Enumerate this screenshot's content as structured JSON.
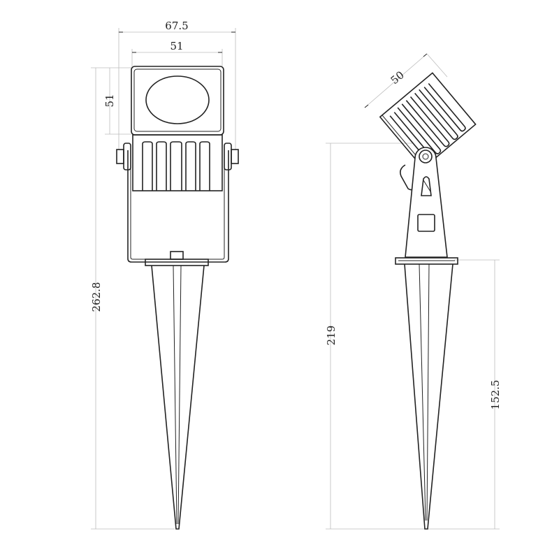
{
  "dimensions": {
    "front_overall_width": "67.5",
    "front_head_width": "51",
    "front_head_height": "51",
    "front_total_height": "262.8",
    "side_head_size": "50",
    "side_height": "219",
    "side_spike_length": "152.5"
  },
  "colors": {
    "line": "#222222",
    "dimension_line": "#bbbbbb",
    "background": "#ffffff"
  }
}
